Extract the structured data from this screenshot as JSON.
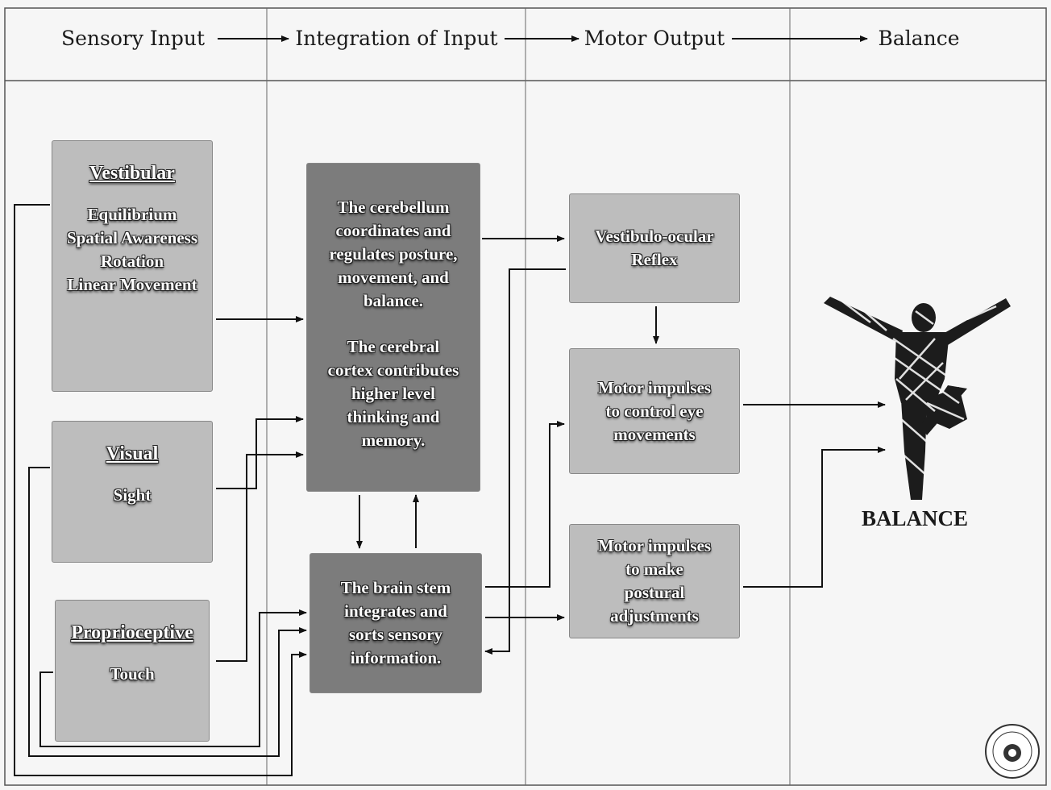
{
  "header": {
    "steps": [
      "Sensory Input",
      "Integration of Input",
      "Motor Output",
      "Balance"
    ]
  },
  "sensory": {
    "vestibular": {
      "title": "Vestibular",
      "lines": [
        "Equilibrium",
        "Spatial Awareness",
        "Rotation",
        "Linear Movement"
      ]
    },
    "visual": {
      "title": "Visual",
      "lines": [
        "Sight"
      ]
    },
    "proprioceptive": {
      "title": "Proprioceptive",
      "lines": [
        "Touch"
      ]
    }
  },
  "integration": {
    "cerebellum_lines": [
      "The cerebellum",
      "coordinates and",
      "regulates posture,",
      "movement, and",
      "balance."
    ],
    "cortex_lines": [
      "The cerebral",
      "cortex contributes",
      "higher level",
      "thinking and",
      "memory."
    ],
    "brainstem_lines": [
      "The brain stem",
      "integrates and",
      "sorts sensory",
      "information."
    ]
  },
  "motor": {
    "vor_lines": [
      "Vestibulo-ocular",
      "Reflex"
    ],
    "eye_lines": [
      "Motor impulses",
      "to control eye",
      "movements"
    ],
    "postural_lines": [
      "Motor impulses",
      "to make",
      "postural",
      "adjustments"
    ]
  },
  "balance_label": "BALANCE",
  "colors": {
    "light_box": "#bdbdbd",
    "dark_box": "#7c7c7c",
    "line": "#111111"
  },
  "icons": {
    "figure": "balancing-figure-icon",
    "logo": "circular-logo-stamp"
  }
}
